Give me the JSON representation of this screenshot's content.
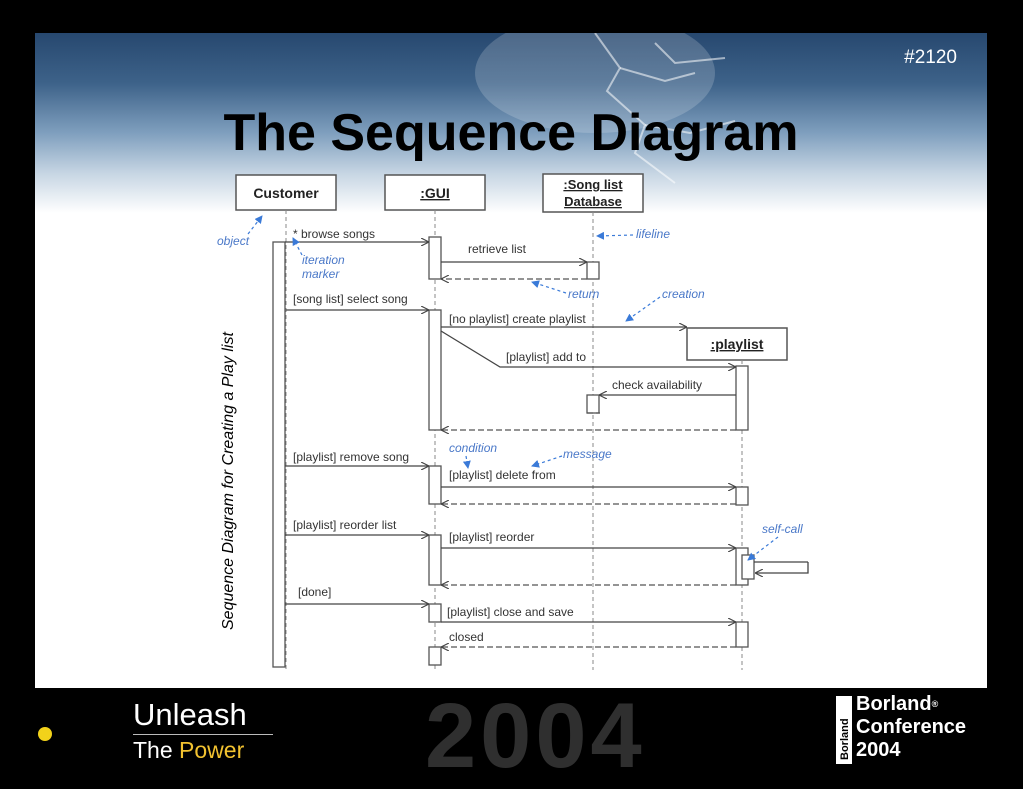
{
  "slide": {
    "number": "#2120",
    "title": "The Sequence Diagram",
    "side_caption": "Sequence Diagram for Creating a Play list"
  },
  "diagram": {
    "objects": {
      "customer": "Customer",
      "gui": ":GUI",
      "song_list_db_line1": ":Song list",
      "song_list_db_line2": "Database",
      "playlist": ":playlist"
    },
    "messages": {
      "browse_songs": "* browse songs",
      "retrieve_list": "retrieve list",
      "select_song": "[song list] select song",
      "create_playlist": "[no playlist] create playlist",
      "add_to": "[playlist] add to",
      "check_availability": "check availability",
      "remove_song": "[playlist] remove song",
      "delete_from": "[playlist] delete from",
      "reorder_list": "[playlist] reorder list",
      "reorder": "[playlist] reorder",
      "done": "[done]",
      "close_and_save": "[playlist] close and save",
      "closed": "closed"
    },
    "annotations": {
      "object": "object",
      "iteration_line1": "iteration",
      "iteration_line2": "marker",
      "lifeline": "lifeline",
      "return": "return",
      "creation": "creation",
      "condition": "condition",
      "message": "message",
      "self_call": "self-call"
    }
  },
  "footer": {
    "unleash": "Unleash",
    "the": "The ",
    "power": "Power",
    "year": "2004",
    "brand_vertical": "Borland",
    "brand_line1": "Borland",
    "brand_line2": "Conference",
    "brand_line3": "2004"
  },
  "colors": {
    "annotation": "#4a78c8",
    "title": "#000000",
    "sky": "#3d6289"
  }
}
